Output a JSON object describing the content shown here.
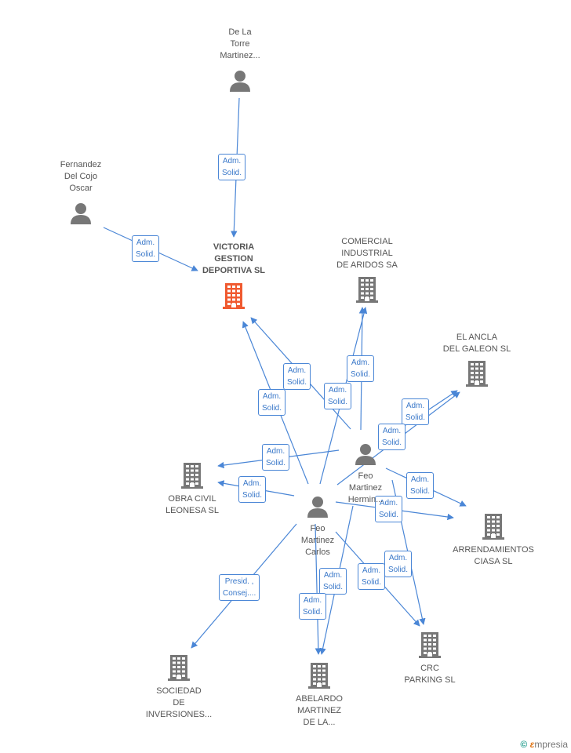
{
  "colors": {
    "edge": "#4a86d6",
    "person": "#777777",
    "company": "#777777",
    "main_company": "#f05a30"
  },
  "nodes": [
    {
      "id": "delatorre",
      "kind": "person",
      "label": "De La\nTorre\nMartinez..."
    },
    {
      "id": "fernandez",
      "kind": "person",
      "label": "Fernandez\nDel Cojo\nOscar"
    },
    {
      "id": "victoria",
      "kind": "company",
      "main": true,
      "label": "VICTORIA\nGESTION\nDEPORTIVA SL"
    },
    {
      "id": "comercial",
      "kind": "company",
      "label": "COMERCIAL\nINDUSTRIAL\nDE ARIDOS SA"
    },
    {
      "id": "ancla",
      "kind": "company",
      "label": "EL ANCLA\nDEL GALEON SL"
    },
    {
      "id": "hermin",
      "kind": "person",
      "label": "Feo\nMartinez\nHermin..."
    },
    {
      "id": "obra",
      "kind": "company",
      "label": "OBRA CIVIL\nLEONESA SL"
    },
    {
      "id": "carlos",
      "kind": "person",
      "label": "Feo\nMartinez\nCarlos"
    },
    {
      "id": "arrend",
      "kind": "company",
      "label": "ARRENDAMIENTOS\nCIASA SL"
    },
    {
      "id": "sociedad",
      "kind": "company",
      "label": "SOCIEDAD\nDE\nINVERSIONES..."
    },
    {
      "id": "abelardo",
      "kind": "company",
      "label": "ABELARDO\nMARTINEZ\nDE LA..."
    },
    {
      "id": "crc",
      "kind": "company",
      "label": "CRC\nPARKING SL"
    }
  ],
  "edges": [
    {
      "from": "delatorre",
      "to": "victoria",
      "label": "Adm.\nSolid."
    },
    {
      "from": "fernandez",
      "to": "victoria",
      "label": "Adm.\nSolid."
    },
    {
      "from": "hermin",
      "to": "victoria",
      "label": "Adm.\nSolid."
    },
    {
      "from": "carlos",
      "to": "victoria",
      "label": "Adm.\nSolid."
    },
    {
      "from": "hermin",
      "to": "comercial",
      "label": "Adm.\nSolid."
    },
    {
      "from": "carlos",
      "to": "comercial",
      "label": "Adm.\nSolid."
    },
    {
      "from": "hermin",
      "to": "ancla",
      "label": "Adm.\nSolid."
    },
    {
      "from": "carlos",
      "to": "ancla",
      "label": "Adm.\nSolid."
    },
    {
      "from": "hermin",
      "to": "obra",
      "label": "Adm.\nSolid."
    },
    {
      "from": "carlos",
      "to": "obra",
      "label": "Adm.\nSolid."
    },
    {
      "from": "hermin",
      "to": "arrend",
      "label": "Adm.\nSolid."
    },
    {
      "from": "carlos",
      "to": "arrend",
      "label": "Adm.\nSolid."
    },
    {
      "from": "hermin",
      "to": "crc",
      "label": "Adm.\nSolid."
    },
    {
      "from": "carlos",
      "to": "crc",
      "label": "Adm.\nSolid."
    },
    {
      "from": "hermin",
      "to": "abelardo",
      "label": "Adm.\nSolid."
    },
    {
      "from": "carlos",
      "to": "abelardo",
      "label": "Adm.\nSolid."
    },
    {
      "from": "carlos",
      "to": "sociedad",
      "label": "Presid. ,\nConsej...."
    }
  ],
  "brand": {
    "copyright": "©",
    "e": "ε",
    "rest": "mpresia"
  }
}
